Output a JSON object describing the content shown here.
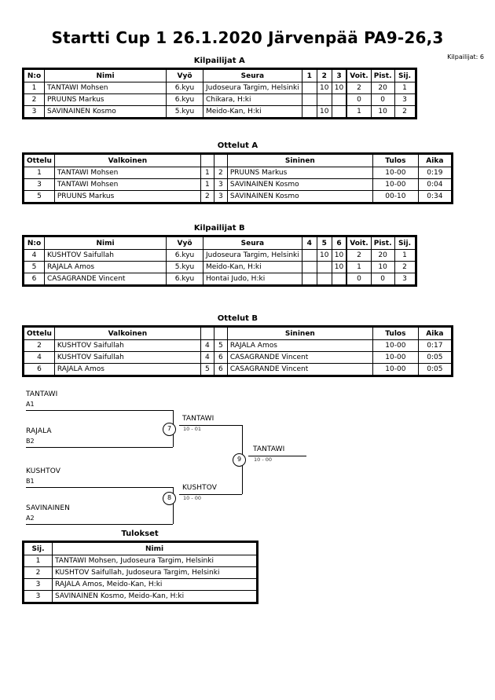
{
  "header": {
    "title": "Startti Cup 1  26.1.2020  Järvenpää   PA9-26,3",
    "competitor_count_label": "Kilpailijat: 6"
  },
  "pool_a": {
    "section_title": "Kilpailijat A",
    "headers": [
      "N:o",
      "Nimi",
      "Vyö",
      "Seura",
      "1",
      "2",
      "3",
      "Voit.",
      "Pist.",
      "Sij."
    ],
    "rows": [
      {
        "no": "1",
        "name": "TANTAWI Mohsen",
        "belt": "6.kyu",
        "club": "Judoseura Targim, Helsinki",
        "m1": "",
        "m2": "10",
        "m3": "10",
        "wins": "2",
        "points": "20",
        "rank": "1"
      },
      {
        "no": "2",
        "name": "PRUUNS Markus",
        "belt": "6.kyu",
        "club": "Chikara, H:ki",
        "m1": "",
        "m2": "",
        "m3": "",
        "wins": "0",
        "points": "0",
        "rank": "3"
      },
      {
        "no": "3",
        "name": "SAVINAINEN Kosmo",
        "belt": "5.kyu",
        "club": "Meido-Kan, H:ki",
        "m1": "",
        "m2": "10",
        "m3": "",
        "wins": "1",
        "points": "10",
        "rank": "2"
      }
    ]
  },
  "matches_a": {
    "section_title": "Ottelut A",
    "headers": [
      "Ottelu",
      "Valkoinen",
      "",
      "",
      "Sininen",
      "Tulos",
      "Aika"
    ],
    "rows": [
      {
        "match": "1",
        "white": "TANTAWI Mohsen",
        "wno": "1",
        "bno": "2",
        "blue": "PRUUNS Markus",
        "result": "10-00",
        "time": "0:19"
      },
      {
        "match": "3",
        "white": "TANTAWI Mohsen",
        "wno": "1",
        "bno": "3",
        "blue": "SAVINAINEN Kosmo",
        "result": "10-00",
        "time": "0:04"
      },
      {
        "match": "5",
        "white": "PRUUNS Markus",
        "wno": "2",
        "bno": "3",
        "blue": "SAVINAINEN Kosmo",
        "result": "00-10",
        "time": "0:34"
      }
    ]
  },
  "pool_b": {
    "section_title": "Kilpailijat B",
    "headers": [
      "N:o",
      "Nimi",
      "Vyö",
      "Seura",
      "4",
      "5",
      "6",
      "Voit.",
      "Pist.",
      "Sij."
    ],
    "rows": [
      {
        "no": "4",
        "name": "KUSHTOV Saifullah",
        "belt": "6.kyu",
        "club": "Judoseura Targim, Helsinki",
        "m1": "",
        "m2": "10",
        "m3": "10",
        "wins": "2",
        "points": "20",
        "rank": "1"
      },
      {
        "no": "5",
        "name": "RAJALA Amos",
        "belt": "5.kyu",
        "club": "Meido-Kan, H:ki",
        "m1": "",
        "m2": "",
        "m3": "10",
        "wins": "1",
        "points": "10",
        "rank": "2"
      },
      {
        "no": "6",
        "name": "CASAGRANDE Vincent",
        "belt": "6.kyu",
        "club": "Hontai Judo, H:ki",
        "m1": "",
        "m2": "",
        "m3": "",
        "wins": "0",
        "points": "0",
        "rank": "3"
      }
    ]
  },
  "matches_b": {
    "section_title": "Ottelut B",
    "headers": [
      "Ottelu",
      "Valkoinen",
      "",
      "",
      "Sininen",
      "Tulos",
      "Aika"
    ],
    "rows": [
      {
        "match": "2",
        "white": "KUSHTOV Saifullah",
        "wno": "4",
        "bno": "5",
        "blue": "RAJALA Amos",
        "result": "10-00",
        "time": "0:17"
      },
      {
        "match": "4",
        "white": "KUSHTOV Saifullah",
        "wno": "4",
        "bno": "6",
        "blue": "CASAGRANDE Vincent",
        "result": "10-00",
        "time": "0:05"
      },
      {
        "match": "6",
        "white": "RAJALA Amos",
        "wno": "5",
        "bno": "6",
        "blue": "CASAGRANDE Vincent",
        "result": "10-00",
        "time": "0:05"
      }
    ]
  },
  "bracket": {
    "entries": [
      {
        "name": "TANTAWI",
        "seed": "A1"
      },
      {
        "name": "RAJALA",
        "seed": "B2"
      },
      {
        "name": "KUSHTOV",
        "seed": "B1"
      },
      {
        "name": "SAVINAINEN",
        "seed": "A2"
      }
    ],
    "semifinal_1": {
      "number": "7",
      "winner": "TANTAWI",
      "score": "10 - 01"
    },
    "semifinal_2": {
      "number": "8",
      "winner": "KUSHTOV",
      "score": "10 - 00"
    },
    "final": {
      "number": "9",
      "winner": "TANTAWI",
      "score": "10 - 00"
    }
  },
  "results": {
    "section_title": "Tulokset",
    "headers": [
      "Sij.",
      "Nimi"
    ],
    "rows": [
      {
        "rank": "1",
        "name": "TANTAWI Mohsen, Judoseura Targim, Helsinki"
      },
      {
        "rank": "2",
        "name": "KUSHTOV Saifullah, Judoseura Targim, Helsinki"
      },
      {
        "rank": "3",
        "name": "RAJALA Amos, Meido-Kan, H:ki"
      },
      {
        "rank": "3",
        "name": "SAVINAINEN Kosmo, Meido-Kan, H:ki"
      }
    ]
  }
}
